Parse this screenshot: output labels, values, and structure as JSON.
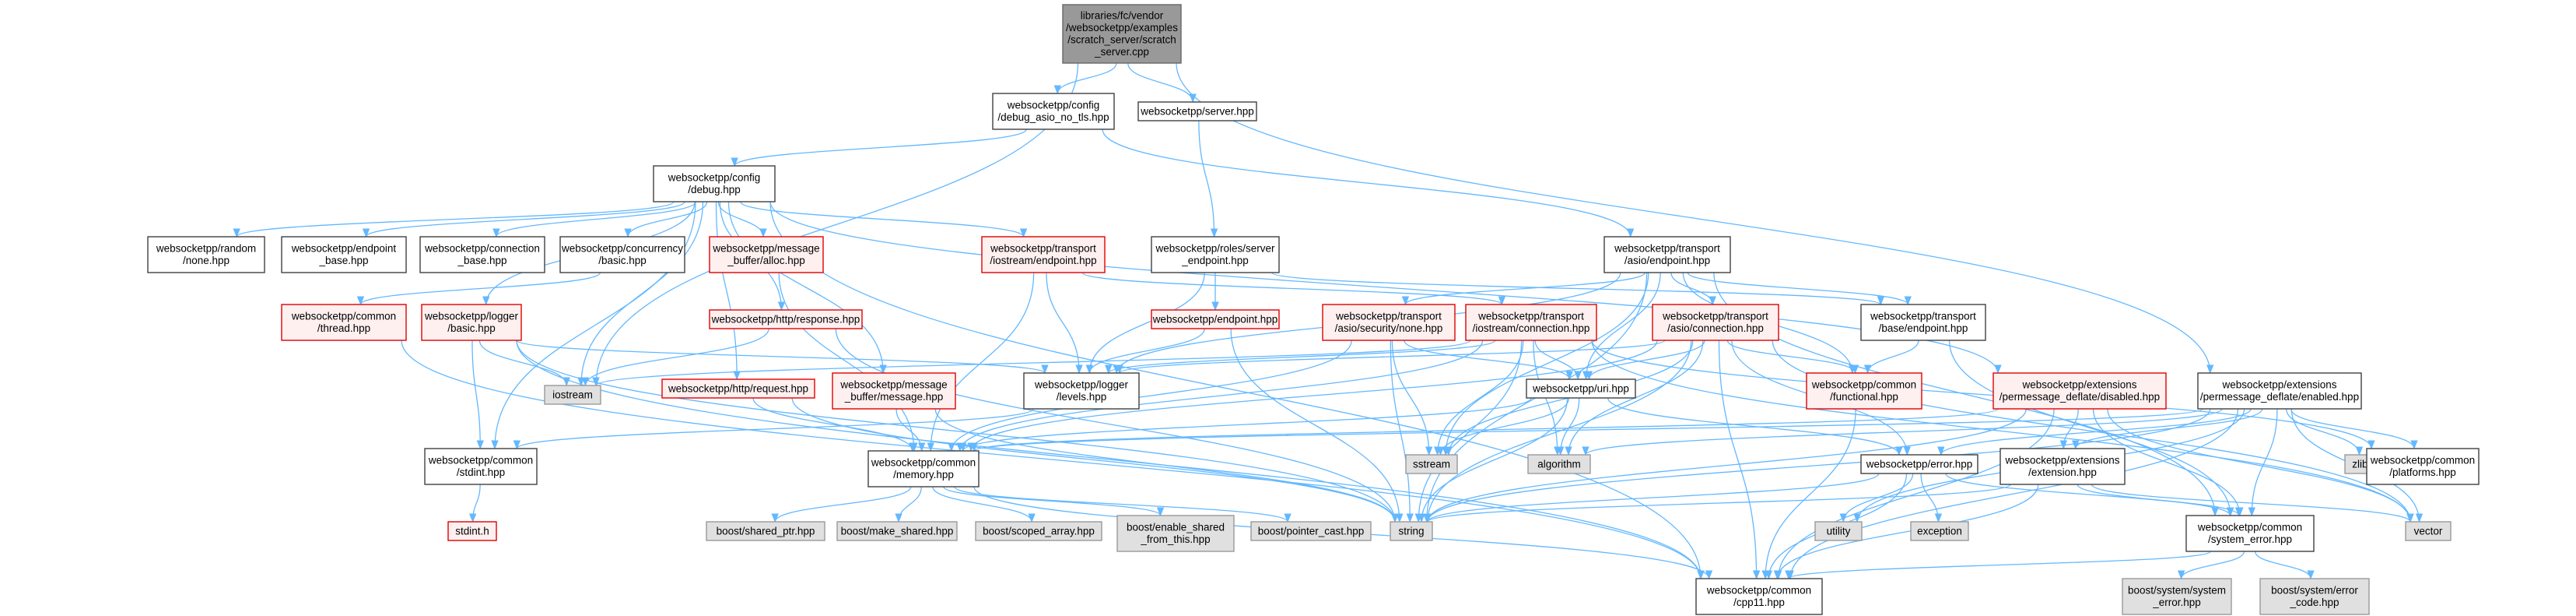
{
  "nodes": [
    {
      "id": "root",
      "kind": "root",
      "lines": [
        "libraries/fc/vendor",
        "/websocketpp/examples",
        "/scratch_server/scratch",
        "_server.cpp"
      ]
    },
    {
      "id": "cfg_noTls",
      "kind": "normal",
      "lines": [
        "websocketpp/config",
        "/debug_asio_no_tls.hpp"
      ]
    },
    {
      "id": "server",
      "kind": "normal",
      "lines": [
        "websocketpp/server.hpp"
      ]
    },
    {
      "id": "cfg_debug",
      "kind": "normal",
      "lines": [
        "websocketpp/config",
        "/debug.hpp"
      ]
    },
    {
      "id": "random",
      "kind": "normal",
      "lines": [
        "websocketpp/random",
        "/none.hpp"
      ]
    },
    {
      "id": "ep_base",
      "kind": "normal",
      "lines": [
        "websocketpp/endpoint",
        "_base.hpp"
      ]
    },
    {
      "id": "conn_base",
      "kind": "normal",
      "lines": [
        "websocketpp/connection",
        "_base.hpp"
      ]
    },
    {
      "id": "conc",
      "kind": "normal",
      "lines": [
        "websocketpp/concurrency",
        "/basic.hpp"
      ]
    },
    {
      "id": "msg_alloc",
      "kind": "red",
      "lines": [
        "websocketpp/message",
        "_buffer/alloc.hpp"
      ]
    },
    {
      "id": "ios_ep",
      "kind": "red",
      "lines": [
        "websocketpp/transport",
        "/iostream/endpoint.hpp"
      ]
    },
    {
      "id": "roles",
      "kind": "normal",
      "lines": [
        "websocketpp/roles/server",
        "_endpoint.hpp"
      ]
    },
    {
      "id": "asio_ep",
      "kind": "normal",
      "lines": [
        "websocketpp/transport",
        "/asio/endpoint.hpp"
      ]
    },
    {
      "id": "ext_enabled",
      "kind": "normal",
      "lines": [
        "websocketpp/extensions",
        "/permessage_deflate/enabled.hpp"
      ]
    },
    {
      "id": "thread",
      "kind": "red",
      "lines": [
        "websocketpp/common",
        "/thread.hpp"
      ]
    },
    {
      "id": "logger_basic",
      "kind": "red",
      "lines": [
        "websocketpp/logger",
        "/basic.hpp"
      ]
    },
    {
      "id": "http_resp",
      "kind": "red",
      "lines": [
        "websocketpp/http/response.hpp"
      ]
    },
    {
      "id": "endpoint",
      "kind": "red",
      "lines": [
        "websocketpp/endpoint.hpp"
      ]
    },
    {
      "id": "sec_none",
      "kind": "red",
      "lines": [
        "websocketpp/transport",
        "/asio/security/none.hpp"
      ]
    },
    {
      "id": "ios_conn",
      "kind": "red",
      "lines": [
        "websocketpp/transport",
        "/iostream/connection.hpp"
      ]
    },
    {
      "id": "asio_conn",
      "kind": "red",
      "lines": [
        "websocketpp/transport",
        "/asio/connection.hpp"
      ]
    },
    {
      "id": "base_ep",
      "kind": "normal",
      "lines": [
        "websocketpp/transport",
        "/base/endpoint.hpp"
      ]
    },
    {
      "id": "iostream",
      "kind": "grey",
      "lines": [
        "iostream"
      ]
    },
    {
      "id": "http_req",
      "kind": "red",
      "lines": [
        "websocketpp/http/request.hpp"
      ]
    },
    {
      "id": "msg_message",
      "kind": "red",
      "lines": [
        "websocketpp/message",
        "_buffer/message.hpp"
      ]
    },
    {
      "id": "levels",
      "kind": "normal",
      "lines": [
        "websocketpp/logger",
        "/levels.hpp"
      ]
    },
    {
      "id": "uri",
      "kind": "normal",
      "lines": [
        "websocketpp/uri.hpp"
      ]
    },
    {
      "id": "functional",
      "kind": "red",
      "lines": [
        "websocketpp/common",
        "/functional.hpp"
      ]
    },
    {
      "id": "ext_disabled",
      "kind": "red",
      "lines": [
        "websocketpp/extensions",
        "/permessage_deflate/disabled.hpp"
      ]
    },
    {
      "id": "stdint_c",
      "kind": "normal",
      "lines": [
        "websocketpp/common",
        "/stdint.hpp"
      ]
    },
    {
      "id": "memory",
      "kind": "normal",
      "lines": [
        "websocketpp/common",
        "/memory.hpp"
      ]
    },
    {
      "id": "sstream",
      "kind": "grey",
      "lines": [
        "sstream"
      ]
    },
    {
      "id": "algorithm",
      "kind": "grey",
      "lines": [
        "algorithm"
      ]
    },
    {
      "id": "error",
      "kind": "normal",
      "lines": [
        "websocketpp/error.hpp"
      ]
    },
    {
      "id": "ext_ext",
      "kind": "normal",
      "lines": [
        "websocketpp/extensions",
        "/extension.hpp"
      ]
    },
    {
      "id": "zlib",
      "kind": "grey",
      "lines": [
        "zlib.h"
      ]
    },
    {
      "id": "platforms",
      "kind": "normal",
      "lines": [
        "websocketpp/common",
        "/platforms.hpp"
      ]
    },
    {
      "id": "stdint_h",
      "kind": "red",
      "lines": [
        "stdint.h"
      ]
    },
    {
      "id": "shared_ptr",
      "kind": "grey",
      "lines": [
        "boost/shared_ptr.hpp"
      ]
    },
    {
      "id": "make_shared",
      "kind": "grey",
      "lines": [
        "boost/make_shared.hpp"
      ]
    },
    {
      "id": "scoped_array",
      "kind": "grey",
      "lines": [
        "boost/scoped_array.hpp"
      ]
    },
    {
      "id": "enable_shared",
      "kind": "grey",
      "lines": [
        "boost/enable_shared",
        "_from_this.hpp"
      ]
    },
    {
      "id": "pointer_cast",
      "kind": "grey",
      "lines": [
        "boost/pointer_cast.hpp"
      ]
    },
    {
      "id": "string",
      "kind": "grey",
      "lines": [
        "string"
      ]
    },
    {
      "id": "utility",
      "kind": "grey",
      "lines": [
        "utility"
      ]
    },
    {
      "id": "exception",
      "kind": "grey",
      "lines": [
        "exception"
      ]
    },
    {
      "id": "sys_error",
      "kind": "normal",
      "lines": [
        "websocketpp/common",
        "/system_error.hpp"
      ]
    },
    {
      "id": "vector",
      "kind": "grey",
      "lines": [
        "vector"
      ]
    },
    {
      "id": "cpp11",
      "kind": "normal",
      "lines": [
        "websocketpp/common",
        "/cpp11.hpp"
      ]
    },
    {
      "id": "bsys_error",
      "kind": "grey",
      "lines": [
        "boost/system/system",
        "_error.hpp"
      ]
    },
    {
      "id": "berror_code",
      "kind": "grey",
      "lines": [
        "boost/system/error",
        "_code.hpp"
      ]
    }
  ],
  "edges": [
    [
      "root",
      "cfg_noTls"
    ],
    [
      "root",
      "server"
    ],
    [
      "root",
      "ext_enabled"
    ],
    [
      "root",
      "iostream"
    ],
    [
      "cfg_noTls",
      "cfg_debug"
    ],
    [
      "cfg_noTls",
      "asio_ep"
    ],
    [
      "server",
      "roles"
    ],
    [
      "cfg_debug",
      "random"
    ],
    [
      "cfg_debug",
      "ep_base"
    ],
    [
      "cfg_debug",
      "conn_base"
    ],
    [
      "cfg_debug",
      "conc"
    ],
    [
      "cfg_debug",
      "msg_alloc"
    ],
    [
      "cfg_debug",
      "ios_ep"
    ],
    [
      "cfg_debug",
      "ext_disabled"
    ],
    [
      "cfg_debug",
      "logger_basic"
    ],
    [
      "cfg_debug",
      "http_resp"
    ],
    [
      "cfg_debug",
      "http_req"
    ],
    [
      "cfg_debug",
      "msg_message"
    ],
    [
      "cfg_debug",
      "stdint_c"
    ],
    [
      "cfg_debug",
      "cpp11"
    ],
    [
      "cfg_debug",
      "iostream"
    ],
    [
      "conc",
      "thread"
    ],
    [
      "msg_alloc",
      "memory"
    ],
    [
      "ios_ep",
      "ios_conn"
    ],
    [
      "ios_ep",
      "levels"
    ],
    [
      "ios_ep",
      "memory"
    ],
    [
      "roles",
      "endpoint"
    ],
    [
      "roles",
      "levels"
    ],
    [
      "roles",
      "base_ep"
    ],
    [
      "asio_ep",
      "sec_none"
    ],
    [
      "asio_ep",
      "asio_conn"
    ],
    [
      "asio_ep",
      "base_ep"
    ],
    [
      "asio_ep",
      "uri"
    ],
    [
      "asio_ep",
      "functional"
    ],
    [
      "asio_ep",
      "levels"
    ],
    [
      "asio_ep",
      "string"
    ],
    [
      "asio_ep",
      "sstream"
    ],
    [
      "asio_ep",
      "sys_error"
    ],
    [
      "ext_enabled",
      "ext_ext"
    ],
    [
      "ext_enabled",
      "zlib"
    ],
    [
      "ext_enabled",
      "platforms"
    ],
    [
      "ext_enabled",
      "sys_error"
    ],
    [
      "ext_enabled",
      "cpp11"
    ],
    [
      "ext_enabled",
      "memory"
    ],
    [
      "ext_enabled",
      "algorithm"
    ],
    [
      "ext_enabled",
      "string"
    ],
    [
      "ext_enabled",
      "vector"
    ],
    [
      "ext_enabled",
      "utility"
    ],
    [
      "ext_enabled",
      "error"
    ],
    [
      "thread",
      "cpp11"
    ],
    [
      "logger_basic",
      "levels"
    ],
    [
      "logger_basic",
      "stdint_c"
    ],
    [
      "logger_basic",
      "iostream"
    ],
    [
      "logger_basic",
      "cpp11"
    ],
    [
      "logger_basic",
      "string"
    ],
    [
      "http_resp",
      "iostream"
    ],
    [
      "http_resp",
      "string"
    ],
    [
      "endpoint",
      "levels"
    ],
    [
      "endpoint",
      "string"
    ],
    [
      "sec_none",
      "memory"
    ],
    [
      "sec_none",
      "sstream"
    ],
    [
      "sec_none",
      "string"
    ],
    [
      "sec_none",
      "uri"
    ],
    [
      "ios_conn",
      "levels"
    ],
    [
      "ios_conn",
      "uri"
    ],
    [
      "ios_conn",
      "memory"
    ],
    [
      "ios_conn",
      "sstream"
    ],
    [
      "ios_conn",
      "string"
    ],
    [
      "ios_conn",
      "algorithm"
    ],
    [
      "ios_conn",
      "platforms"
    ],
    [
      "ios_conn",
      "iostream"
    ],
    [
      "ios_conn",
      "vector"
    ],
    [
      "asio_conn",
      "uri"
    ],
    [
      "asio_conn",
      "functional"
    ],
    [
      "asio_conn",
      "error"
    ],
    [
      "asio_conn",
      "levels"
    ],
    [
      "asio_conn",
      "memory"
    ],
    [
      "asio_conn",
      "string"
    ],
    [
      "asio_conn",
      "sstream"
    ],
    [
      "asio_conn",
      "vector"
    ],
    [
      "asio_conn",
      "cpp11"
    ],
    [
      "asio_conn",
      "algorithm"
    ],
    [
      "base_ep",
      "functional"
    ],
    [
      "base_ep",
      "sys_error"
    ],
    [
      "http_req",
      "memory"
    ],
    [
      "http_req",
      "string"
    ],
    [
      "msg_message",
      "memory"
    ],
    [
      "msg_message",
      "string"
    ],
    [
      "levels",
      "stdint_c"
    ],
    [
      "uri",
      "memory"
    ],
    [
      "uri",
      "string"
    ],
    [
      "uri",
      "sstream"
    ],
    [
      "uri",
      "algorithm"
    ],
    [
      "uri",
      "error"
    ],
    [
      "functional",
      "cpp11"
    ],
    [
      "ext_disabled",
      "memory"
    ],
    [
      "ext_disabled",
      "string"
    ],
    [
      "ext_disabled",
      "ext_ext"
    ],
    [
      "ext_disabled",
      "sys_error"
    ],
    [
      "ext_disabled",
      "cpp11"
    ],
    [
      "ext_disabled",
      "vector"
    ],
    [
      "stdint_c",
      "stdint_h"
    ],
    [
      "memory",
      "shared_ptr"
    ],
    [
      "memory",
      "make_shared"
    ],
    [
      "memory",
      "scoped_array"
    ],
    [
      "memory",
      "enable_shared"
    ],
    [
      "memory",
      "pointer_cast"
    ],
    [
      "memory",
      "cpp11"
    ],
    [
      "error",
      "string"
    ],
    [
      "error",
      "utility"
    ],
    [
      "error",
      "exception"
    ],
    [
      "error",
      "sys_error"
    ],
    [
      "error",
      "cpp11"
    ],
    [
      "ext_ext",
      "sys_error"
    ],
    [
      "ext_ext",
      "cpp11"
    ],
    [
      "ext_ext",
      "string"
    ],
    [
      "ext_ext",
      "vector"
    ],
    [
      "sys_error",
      "cpp11"
    ],
    [
      "sys_error",
      "bsys_error"
    ],
    [
      "sys_error",
      "berror_code"
    ]
  ]
}
